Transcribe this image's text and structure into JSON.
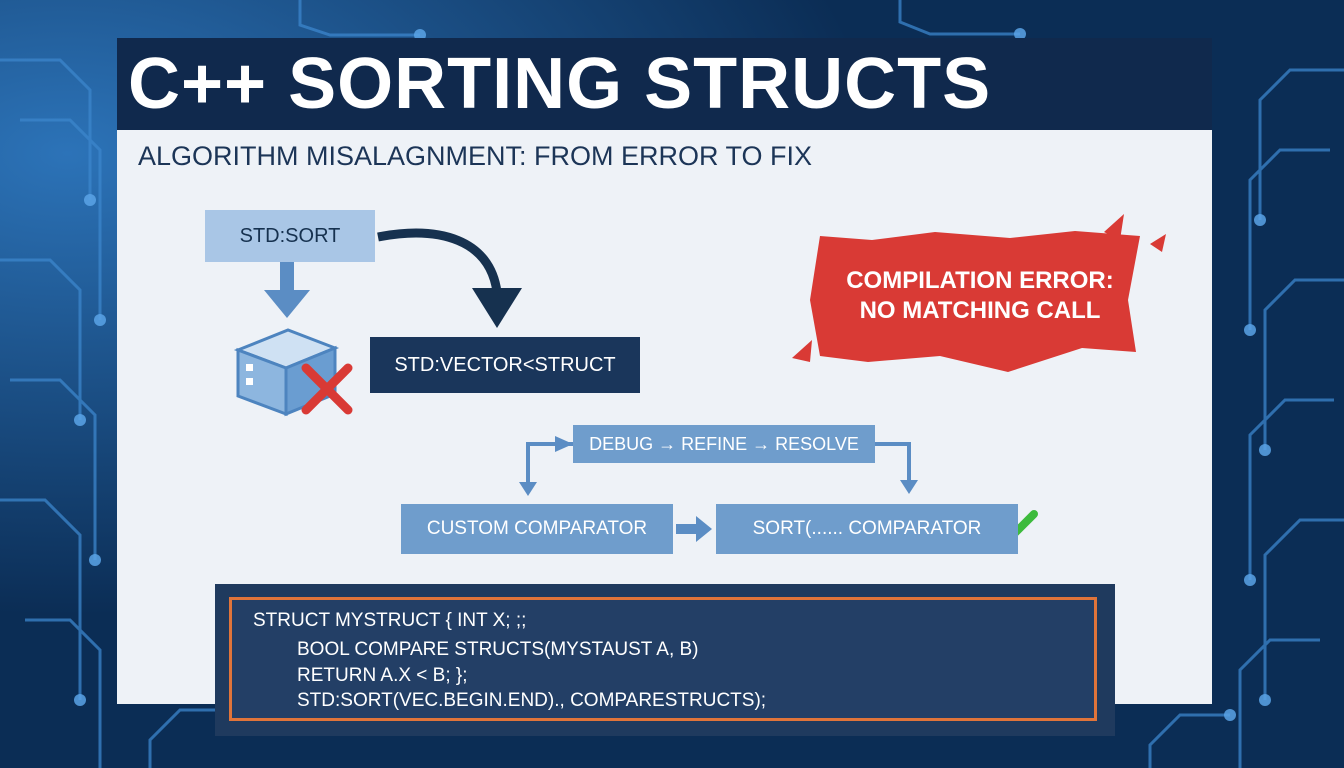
{
  "header": {
    "title": "C++ SORTING STRUCTS",
    "subtitle": "ALGORITHM MISALAGNMENT: FROM ERROR TO FIX"
  },
  "diagram": {
    "std_sort_label": "STD:SORT",
    "vector_label": "STD:VECTOR<STRUCT",
    "error_line1": "COMPILATION ERROR:",
    "error_line2": "NO MATCHING CALL",
    "debug_flow": "DEBUG → REFINE → RESOLVE",
    "custom_comparator_label": "CUSTOM COMPARATOR",
    "sort_comparator_label": "SORT(...... COMPARATOR"
  },
  "code": {
    "lines": [
      "STRUCT MYSTRUCT { INT X; ;;",
      "BOOL COMPARE STRUCTS(MYSTAUST A, B)",
      "RETURN A.X < B; };",
      "STD:SORT(VEC.BEGIN.END)., COMPARESTRUCTS);"
    ]
  },
  "icons": {
    "box": "struct-cube-icon",
    "error": "x-mark-icon",
    "success": "check-mark-icon"
  },
  "colors": {
    "background": "#0b2d55",
    "panel": "#eef2f7",
    "title_bar": "#10294d",
    "error": "#d93a35",
    "success": "#3dbb3d",
    "code_border": "#e0743a"
  }
}
